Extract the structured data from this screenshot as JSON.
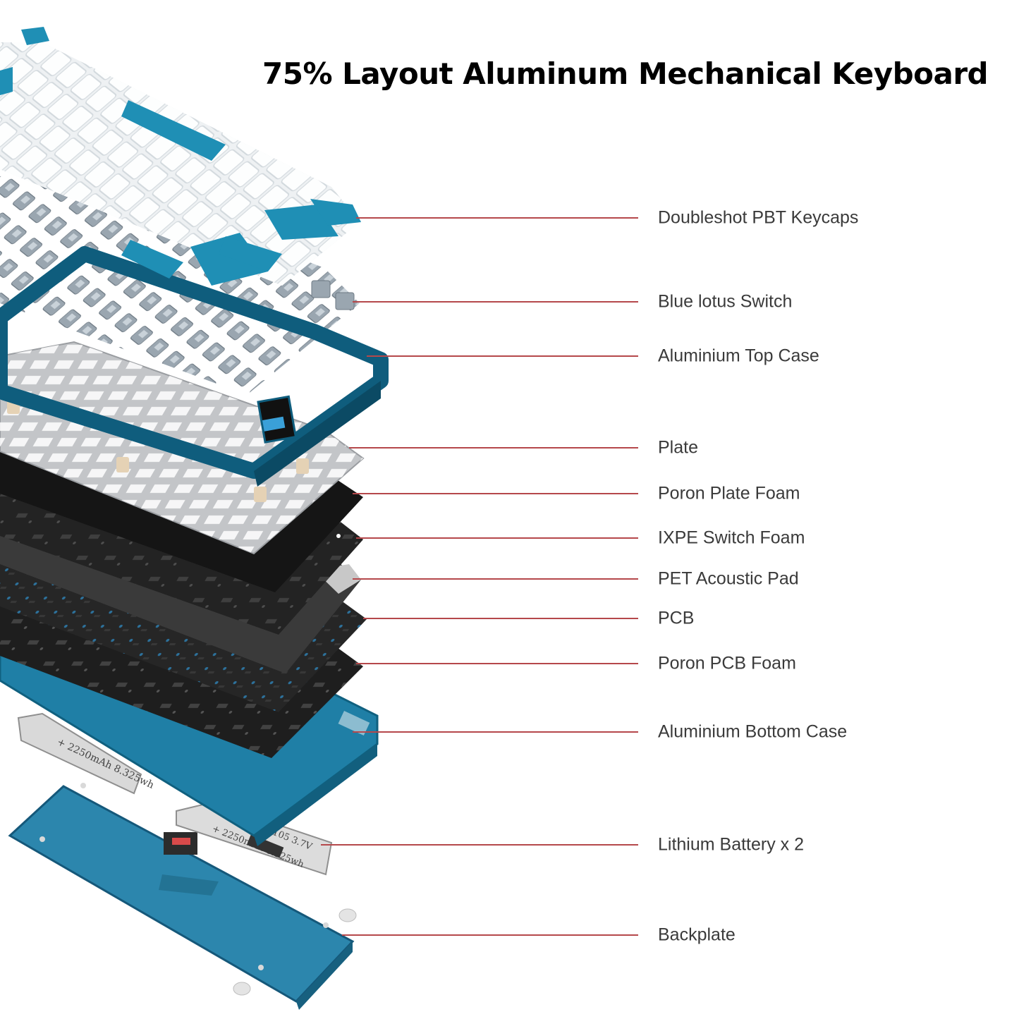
{
  "title": "75% Layout Aluminum Mechanical Keyboard",
  "colors": {
    "accent_blue": "#1f8fb5",
    "case_blue": "#10607f",
    "callout_line": "#b5484b",
    "keycap_white": "#eef1f3",
    "foam_black": "#1d1d1d",
    "plate_gray": "#c7c9cc",
    "battery_silver": "#d7d7d7"
  },
  "callouts": [
    {
      "id": "keycaps",
      "label": "Doubleshot PBT Keycaps"
    },
    {
      "id": "switch",
      "label": "Blue lotus Switch"
    },
    {
      "id": "top-case",
      "label": "Aluminium Top Case"
    },
    {
      "id": "plate",
      "label": "Plate"
    },
    {
      "id": "plate-foam",
      "label": "Poron Plate Foam"
    },
    {
      "id": "switch-foam",
      "label": "IXPE Switch Foam"
    },
    {
      "id": "acoustic-pad",
      "label": "PET Acoustic Pad"
    },
    {
      "id": "pcb",
      "label": "PCB"
    },
    {
      "id": "pcb-foam",
      "label": "Poron PCB Foam"
    },
    {
      "id": "bottom-case",
      "label": "Aluminium Bottom Case"
    },
    {
      "id": "battery",
      "label": "Lithium Battery x 2"
    },
    {
      "id": "backplate",
      "label": "Backplate"
    }
  ],
  "battery_text": [
    "+ 2250mAh 8.325wh",
    "4105 3.7V"
  ],
  "icons": [
    "keycap-icon",
    "switch-icon",
    "display-screen-icon",
    "battery-icon",
    "screw-icon",
    "rubber-foot-icon",
    "magnet-icon"
  ]
}
